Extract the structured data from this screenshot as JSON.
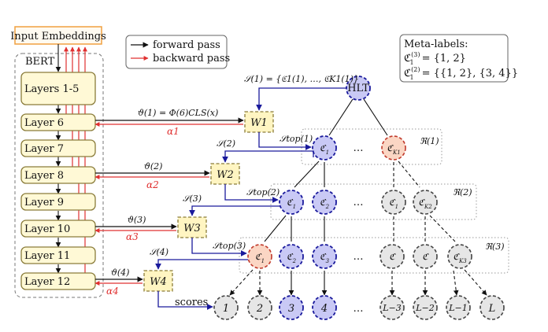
{
  "input_label": "Input Embeddings",
  "bert_label": "BERT",
  "layers": [
    "Layers 1-5",
    "Layer 6",
    "Layer 7",
    "Layer 8",
    "Layer 9",
    "Layer 10",
    "Layer 11",
    "Layer 12"
  ],
  "legend": {
    "forward": "forward pass",
    "backward": "backward pass"
  },
  "meta_labels": {
    "title": "Meta-labels:",
    "line1_lhs": "ℭ",
    "line1_sup": "(3)",
    "line1_sub": "1",
    "line1_rhs": "= {1, 2}",
    "line2_lhs": "ℭ",
    "line2_sup": "(2)",
    "line2_sub": "1",
    "line2_rhs": "= {{1, 2}, {3, 4}}"
  },
  "hlt_label": "HLT",
  "s1_label": "𝒮(1) = {ℭ1(1), …, ℭK1(1)}",
  "theta_labels": [
    "ϑ(1) = Φ(6)CLS(x)",
    "ϑ(2)",
    "ϑ(3)",
    "ϑ(4)"
  ],
  "alpha_labels": [
    "α1",
    "α2",
    "α3",
    "α4"
  ],
  "w_labels": [
    "W1",
    "W2",
    "W3",
    "W4"
  ],
  "s_labels": [
    "𝒮(2)",
    "𝒮(3)",
    "𝒮(4)"
  ],
  "stop_labels": [
    "𝒮top(1)",
    "𝒮top(2)",
    "𝒮top(3)"
  ],
  "r_labels": [
    "ℜ(1)",
    "ℜ(2)",
    "ℜ(3)"
  ],
  "ellipsis": "…",
  "scores_label": "scores",
  "leaf_labels": [
    "1",
    "2",
    "3",
    "4",
    "L−3",
    "L−2",
    "L−1",
    "L"
  ],
  "colors": {
    "forward": "#111111",
    "backward": "#e03030",
    "selected_path": "#1a1a9c",
    "active_node": "#c9c9f5",
    "highlight_node": "#fbd6c4",
    "inactive_node": "#e6e6e6",
    "layer_fill": "#fff9d6",
    "input_border": "#f0a040"
  }
}
